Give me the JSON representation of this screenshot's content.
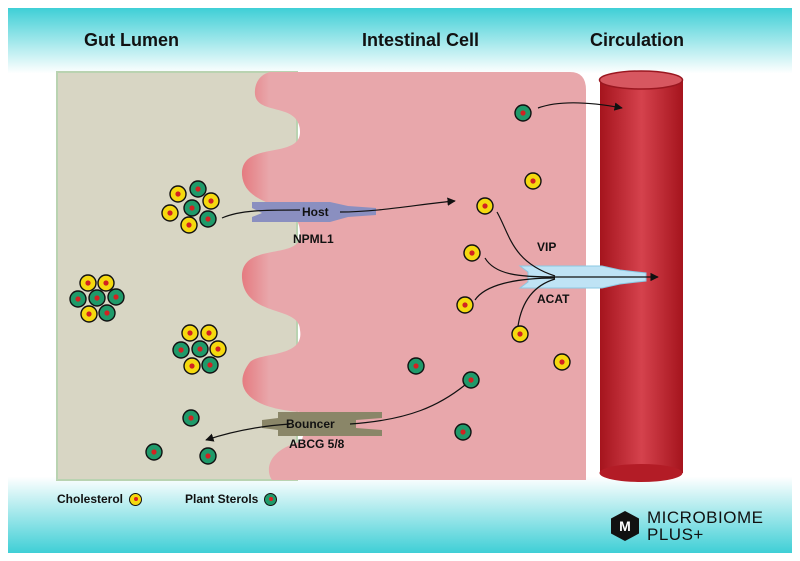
{
  "headings": {
    "lumen": "Gut Lumen",
    "cell": "Intestinal Cell",
    "circulation": "Circulation"
  },
  "transporters": {
    "host": {
      "label": "Host",
      "sublabel": "NPML1"
    },
    "bouncer": {
      "label": "Bouncer",
      "sublabel": "ABCG 5/8"
    },
    "vip": {
      "label": "VIP",
      "sublabel": "ACAT"
    }
  },
  "legend": {
    "cholesterol": "Cholesterol",
    "plant_sterols": "Plant Sterols"
  },
  "logo": {
    "badge": "M",
    "line1": "MICROBIOME",
    "line2": "PLUS+"
  },
  "colors": {
    "lumen": "#d8d6c4",
    "cell": "#e8a7ab",
    "vessel": "#c0202b",
    "cholesterol_fill": "#f5d90f",
    "plant_sterol_fill": "#1f9a6a",
    "molecule_core": "#d22222",
    "host_transporter": "#8a8fc0",
    "bouncer_transporter": "#8a8668",
    "vip_transporter": "#bfe3f5"
  }
}
